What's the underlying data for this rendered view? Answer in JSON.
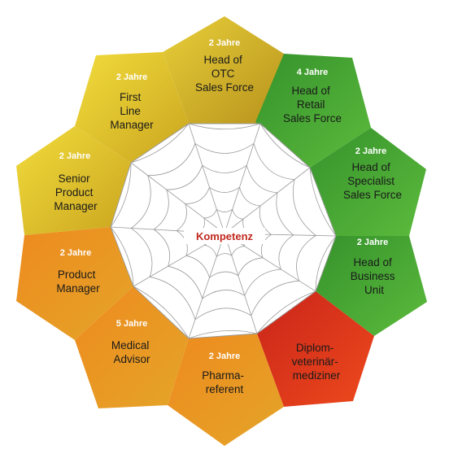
{
  "center_label": "Kompetenz",
  "colors": {
    "yellow": "#e5c52a",
    "olive": "#c5a422",
    "orange": "#e9861f",
    "red": "#dc3a1a",
    "green": "#3f9a2e",
    "spider_web": "#9a9a9a",
    "center_text": "#c0281e"
  },
  "segments": [
    {
      "id": "head-otc",
      "duration": "2 Jahre",
      "lines": [
        "Head of",
        "OTC",
        "Sales Force"
      ],
      "color": "olive"
    },
    {
      "id": "head-retail",
      "duration": "4 Jahre",
      "lines": [
        "Head of",
        "Retail",
        "Sales Force"
      ],
      "color": "green"
    },
    {
      "id": "head-specialist",
      "duration": "2 Jahre",
      "lines": [
        "Head of",
        "Specialist",
        "Sales Force"
      ],
      "color": "green"
    },
    {
      "id": "head-business-unit",
      "duration": "2 Jahre",
      "lines": [
        "Head of",
        "Business",
        "Unit"
      ],
      "color": "green"
    },
    {
      "id": "diplom-veterinaer",
      "duration": "",
      "lines": [
        "Diplom-",
        "veterinär-",
        "mediziner"
      ],
      "color": "red"
    },
    {
      "id": "pharmareferent",
      "duration": "2 Jahre",
      "lines": [
        "Pharma-",
        "referent"
      ],
      "color": "orange"
    },
    {
      "id": "medical-advisor",
      "duration": "5 Jahre",
      "lines": [
        "Medical",
        "Advisor"
      ],
      "color": "orange"
    },
    {
      "id": "product-manager",
      "duration": "2 Jahre",
      "lines": [
        "Product",
        "Manager"
      ],
      "color": "orange"
    },
    {
      "id": "senior-product-manager",
      "duration": "2 Jahre",
      "lines": [
        "Senior",
        "Product",
        "Manager"
      ],
      "color": "yellow"
    },
    {
      "id": "first-line-manager",
      "duration": "2 Jahre",
      "lines": [
        "First",
        "Line",
        "Manager"
      ],
      "color": "yellow"
    }
  ]
}
